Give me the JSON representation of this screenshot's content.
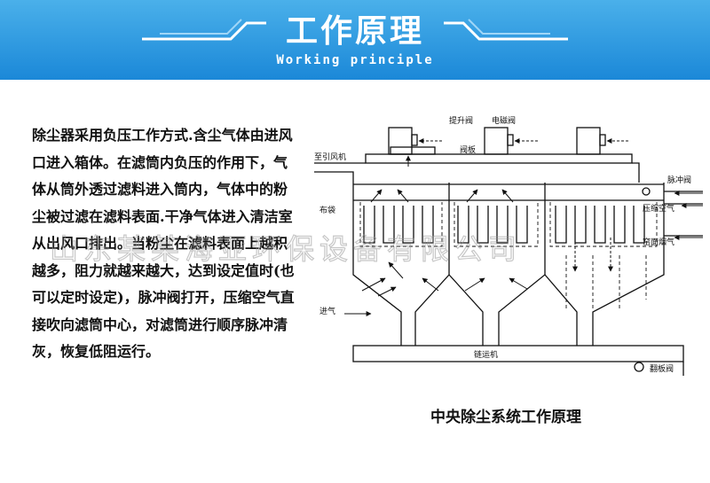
{
  "header": {
    "title": "工作原理",
    "subtitle": "Working principle"
  },
  "description": "除尘器采用负压工作方式.含尘气体由进风口进入箱体。在滤筒内负压的作用下，气体从筒外透过滤料进入筒内，气体中的粉尘被过滤在滤料表面.干净气体进入清洁室从出风口排出。当粉尘在滤料表面上越积越多，阻力就越来越大，达到设定值时(也可以定时设定)，脉冲阀打开，压缩空气直接吹向滤筒中心，对滤筒进行顺序脉冲清灰，恢复低阻运行。",
  "diagram": {
    "labels": {
      "lift_valve": "提升阀",
      "solenoid_valve": "电磁阀",
      "to_fan": "至引风机",
      "valve_plate": "阀板",
      "pulse_valve": "脉冲阀",
      "compressed_air": "压缩空气",
      "filter_bag": "布袋",
      "flue_gas": "窑面烟气",
      "inlet": "进气",
      "chain_conveyor": "链运机",
      "flap_valve": "翻板阀"
    },
    "caption": "中央除尘系统工作原理"
  },
  "watermark": "山东某某海亚环保设备有限公司"
}
